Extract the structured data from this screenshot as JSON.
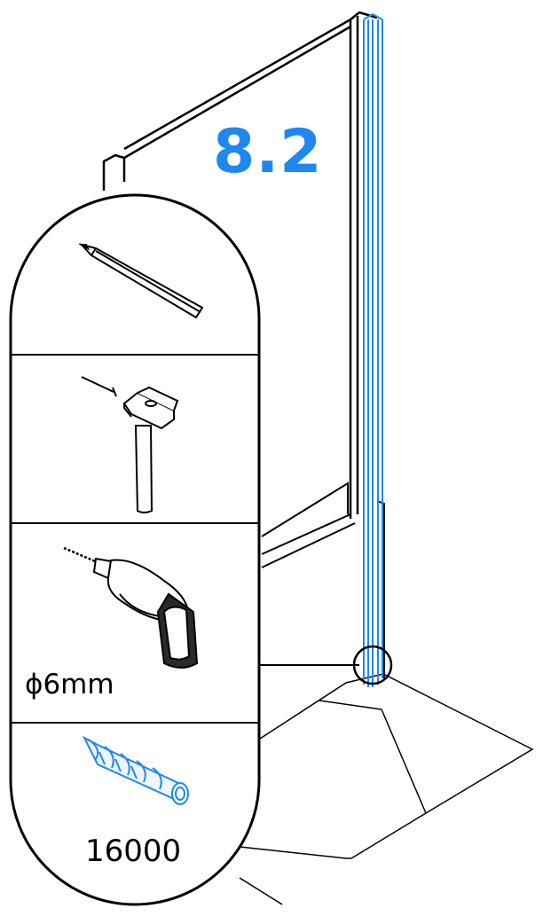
{
  "step": {
    "number": "8.2"
  },
  "tools_panel": {
    "tools": [
      {
        "name": "pencil",
        "icon": "pencil-icon"
      },
      {
        "name": "hammer-and-nail",
        "icon": "hammer-icon"
      },
      {
        "name": "drill",
        "icon": "drill-icon",
        "label": "ϕ6mm"
      },
      {
        "name": "wall-plug",
        "icon": "wall-plug-icon",
        "label": "16000"
      }
    ]
  },
  "colors": {
    "accent": "#1e88f0",
    "line": "#000000",
    "background": "#ffffff"
  }
}
